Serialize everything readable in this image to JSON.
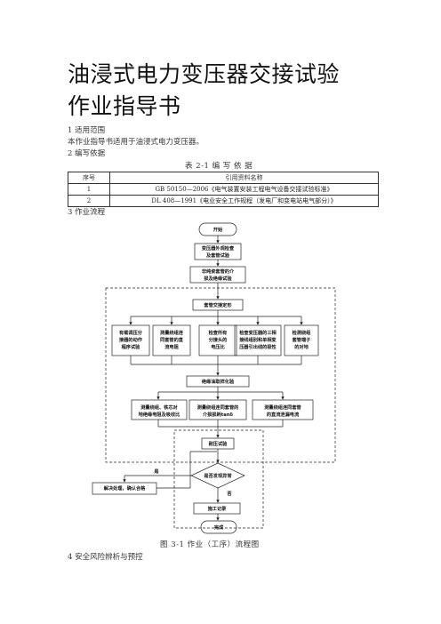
{
  "document": {
    "title_line1": "油浸式电力变压器交接试验",
    "title_line2": "作业指导书",
    "sec1_heading": "1 适用范围",
    "sec1_text": "本作业指导书适用于油浸式电力变压器。",
    "sec2_heading": "2 编写依据",
    "table_caption": "表 2-1 编 写 依 据",
    "table": {
      "headers": [
        "序号",
        "引用资料名称"
      ],
      "rows": [
        [
          "1",
          "GB 50150—2006《电气装置安装工程电气设备交接试验标准》"
        ],
        [
          "2",
          "DL 408—1991《电业安全工作规程（发电厂和变电站电气部分）》"
        ]
      ]
    },
    "sec3_heading": "3 作业流程",
    "figure_caption": "图 3-1 作业（工序）流程图",
    "sec4_heading": "4 安全风险辨析与预控"
  },
  "flowchart": {
    "start": "开始",
    "step1": [
      "变压器外观检查",
      "及套管试验"
    ],
    "step2": [
      "非纯瓷套管的介",
      "损及绝缘试验"
    ],
    "step3": "套管交接定形",
    "tests_row1": [
      [
        "有载调压分",
        "接器的动作",
        "程序试验"
      ],
      [
        "测量绕组连",
        "同套管的直",
        "流电阻"
      ],
      [
        "检查所有",
        "分接头的",
        "电压比"
      ],
      [
        "检查变压器的三相",
        "接线组别和单相变",
        "压器引出线的极性"
      ],
      [
        "检测绕组",
        "套管端子",
        "的对地"
      ]
    ],
    "mid": "绝缘油取样化验",
    "tests_row2": [
      [
        "测量绕组、铁芯对",
        "地绝缘电阻及吸收比"
      ],
      [
        "测量绕组连同套管的",
        "介损损耗tanδ"
      ],
      [
        "测量绕组连同套管",
        "的直流泄漏电流"
      ]
    ],
    "withstand": "耐压试验",
    "decision": "是否发现异常",
    "yes": "是",
    "no": "否",
    "fix": "解决处理，确认合格",
    "record": "施工记录",
    "end": "完成"
  }
}
